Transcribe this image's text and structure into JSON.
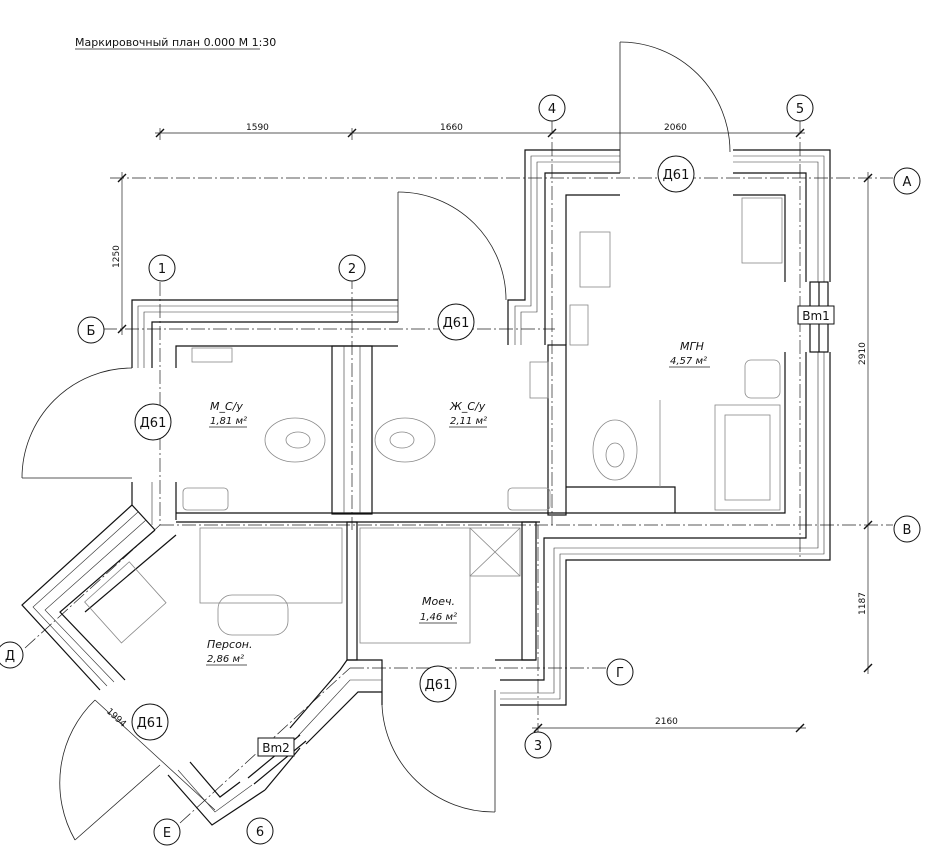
{
  "title": "Маркировочный план 0.000  М 1:30",
  "dimensions": {
    "d_1_2": "1590",
    "d_2_4": "1660",
    "d_4_5": "2060",
    "d_A_B": "1250",
    "d_A_V": "2910",
    "d_V_G": "1187",
    "d_3_5": "2160",
    "d_diag": "1994"
  },
  "axes": {
    "a1": "1",
    "a2": "2",
    "a3": "3",
    "a4": "4",
    "a5": "5",
    "a6": "6",
    "aA": "А",
    "aB": "Б",
    "aV": "В",
    "aG": "Г",
    "aD": "Д",
    "aE": "Е"
  },
  "doors": {
    "top_right": "Д61",
    "top_mid": "Д61",
    "left": "Д61",
    "bottom_left": "Д61",
    "bottom_mid": "Д61"
  },
  "windows": {
    "w1": "Вm1",
    "w2": "Вm2"
  },
  "rooms": [
    {
      "name": "М_С/у",
      "area": "1,81 м²"
    },
    {
      "name": "Ж_С/у",
      "area": "2,11 м²"
    },
    {
      "name": "МГН",
      "area": "4,57 м²"
    },
    {
      "name": "Моеч.",
      "area": "1,46 м²"
    },
    {
      "name": "Персон.",
      "area": "2,86 м²"
    }
  ]
}
